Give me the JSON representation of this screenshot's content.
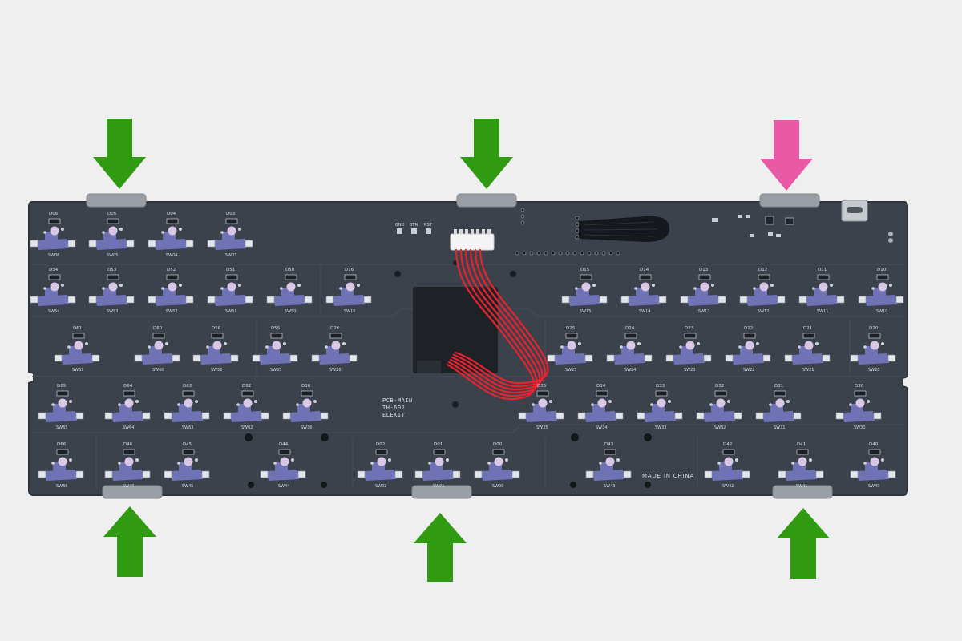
{
  "colors": {
    "background": "#efefef",
    "pcb": "#3b424c",
    "pcb_edge": "#2e343c",
    "switch_socket": "#6f73b6",
    "led_pad": "#d9c7e6",
    "clip": "#9a9fa5",
    "arrow_green": "#2f9a12",
    "arrow_pink": "#e85aa6",
    "wire_red": "#e8232f",
    "connector_white": "#f4f4f4",
    "cable_black": "#15181c",
    "battery_cutout": "#1e2227"
  },
  "board": {
    "label_lines": [
      "PCB-MAIN",
      "TH-602",
      "ELEKIT"
    ],
    "made_in": "MADE IN CHINA",
    "small_labels": [
      "GND",
      "BTN",
      "RST"
    ]
  },
  "switches": [
    {
      "d": "D06",
      "sw": "SW06"
    },
    {
      "d": "D05",
      "sw": "SW05"
    },
    {
      "d": "D04",
      "sw": "SW04"
    },
    {
      "d": "D03",
      "sw": "SW03"
    },
    {
      "d": "D54",
      "sw": "SW54"
    },
    {
      "d": "D53",
      "sw": "SW53"
    },
    {
      "d": "D52",
      "sw": "SW52"
    },
    {
      "d": "D51",
      "sw": "SW51"
    },
    {
      "d": "D50",
      "sw": "SW50"
    },
    {
      "d": "D16",
      "sw": "SW16"
    },
    {
      "d": "D15",
      "sw": "SW15"
    },
    {
      "d": "D14",
      "sw": "SW14"
    },
    {
      "d": "D13",
      "sw": "SW13"
    },
    {
      "d": "D12",
      "sw": "SW12"
    },
    {
      "d": "D11",
      "sw": "SW11"
    },
    {
      "d": "D10",
      "sw": "SW10"
    },
    {
      "d": "D61",
      "sw": "SW61"
    },
    {
      "d": "D60",
      "sw": "SW60"
    },
    {
      "d": "D56",
      "sw": "SW56"
    },
    {
      "d": "D55",
      "sw": "SW55"
    },
    {
      "d": "D26",
      "sw": "SW26"
    },
    {
      "d": "D25",
      "sw": "SW25"
    },
    {
      "d": "D24",
      "sw": "SW24"
    },
    {
      "d": "D23",
      "sw": "SW23"
    },
    {
      "d": "D22",
      "sw": "SW22"
    },
    {
      "d": "D21",
      "sw": "SW21"
    },
    {
      "d": "D20",
      "sw": "SW20"
    },
    {
      "d": "D65",
      "sw": "SW65"
    },
    {
      "d": "D64",
      "sw": "SW64"
    },
    {
      "d": "D63",
      "sw": "SW63"
    },
    {
      "d": "D62",
      "sw": "SW62"
    },
    {
      "d": "D36",
      "sw": "SW36"
    },
    {
      "d": "D35",
      "sw": "SW35"
    },
    {
      "d": "D34",
      "sw": "SW34"
    },
    {
      "d": "D33",
      "sw": "SW33"
    },
    {
      "d": "D32",
      "sw": "SW32"
    },
    {
      "d": "D31",
      "sw": "SW31"
    },
    {
      "d": "D30",
      "sw": "SW30"
    },
    {
      "d": "D66",
      "sw": "SW66"
    },
    {
      "d": "D46",
      "sw": "SW46"
    },
    {
      "d": "D45",
      "sw": "SW45"
    },
    {
      "d": "D44",
      "sw": "SW44"
    },
    {
      "d": "D02",
      "sw": "SW02"
    },
    {
      "d": "D01",
      "sw": "SW01"
    },
    {
      "d": "D00",
      "sw": "SW00"
    },
    {
      "d": "D43",
      "sw": "SW43"
    },
    {
      "d": "D42",
      "sw": "SW42"
    },
    {
      "d": "D41",
      "sw": "SW41"
    },
    {
      "d": "D40",
      "sw": "SW40"
    }
  ]
}
